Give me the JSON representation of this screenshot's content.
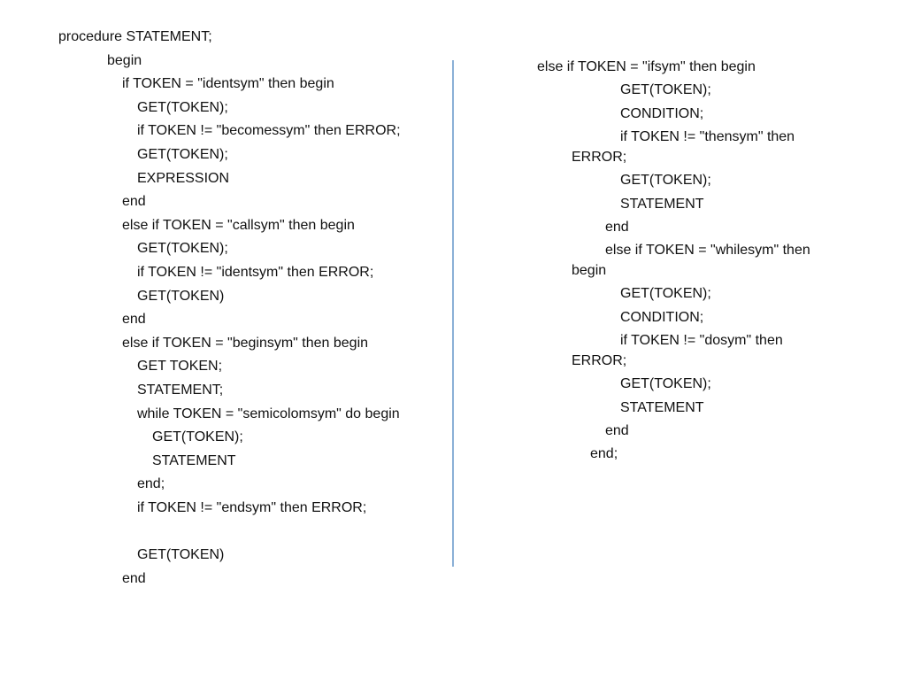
{
  "left_column": {
    "lines": [
      {
        "text": "procedure STATEMENT;",
        "indent": 0
      },
      {
        "text": "begin",
        "indent": 55
      },
      {
        "text": "if TOKEN = \"identsym\" then begin",
        "indent": 72
      },
      {
        "text": "GET(TOKEN);",
        "indent": 89
      },
      {
        "text": "if TOKEN != \"becomessym\" then ERROR;",
        "indent": 89
      },
      {
        "text": "GET(TOKEN);",
        "indent": 89
      },
      {
        "text": "EXPRESSION",
        "indent": 89
      },
      {
        "text": "end",
        "indent": 72
      },
      {
        "text": "else if TOKEN = \"callsym\" then begin",
        "indent": 72
      },
      {
        "text": "GET(TOKEN);",
        "indent": 89
      },
      {
        "text": "if TOKEN != \"identsym\" then ERROR;",
        "indent": 89
      },
      {
        "text": "GET(TOKEN)",
        "indent": 89
      },
      {
        "text": "end",
        "indent": 72
      },
      {
        "text": "else if TOKEN = \"beginsym\" then begin",
        "indent": 72
      },
      {
        "text": "GET TOKEN;",
        "indent": 89
      },
      {
        "text": "STATEMENT;",
        "indent": 89
      },
      {
        "text": "while TOKEN = \"semicolomsym\" do begin",
        "indent": 89
      },
      {
        "text": "GET(TOKEN);",
        "indent": 106
      },
      {
        "text": "STATEMENT",
        "indent": 106
      },
      {
        "text": "end;",
        "indent": 89
      },
      {
        "text": "if TOKEN != \"endsym\" then ERROR;",
        "indent": 89
      },
      {
        "text": "",
        "indent": 89
      },
      {
        "text": "GET(TOKEN)",
        "indent": 89
      },
      {
        "text": "end",
        "indent": 72
      }
    ]
  },
  "right_column": {
    "lines": [
      {
        "text": "else if TOKEN = \"ifsym\" then begin",
        "indent": 0
      },
      {
        "text": "GET(TOKEN);",
        "indent": 94
      },
      {
        "text": "CONDITION;",
        "indent": 94
      },
      {
        "text": "if TOKEN != \"thensym\" then",
        "indent": 94,
        "cont": "ERROR;",
        "cont_indent": 39
      },
      {
        "text": "GET(TOKEN);",
        "indent": 94
      },
      {
        "text": "STATEMENT",
        "indent": 94
      },
      {
        "text": "end",
        "indent": 77
      },
      {
        "text": "else if TOKEN = \"whilesym\" then",
        "indent": 77,
        "cont": "begin",
        "cont_indent": 39
      },
      {
        "text": "GET(TOKEN);",
        "indent": 94
      },
      {
        "text": "CONDITION;",
        "indent": 94
      },
      {
        "text": "if TOKEN != \"dosym\" then",
        "indent": 94,
        "cont": "ERROR;",
        "cont_indent": 39
      },
      {
        "text": "GET(TOKEN);",
        "indent": 94
      },
      {
        "text": "STATEMENT",
        "indent": 94
      },
      {
        "text": "end",
        "indent": 77
      },
      {
        "text": "end;",
        "indent": 60
      }
    ]
  }
}
